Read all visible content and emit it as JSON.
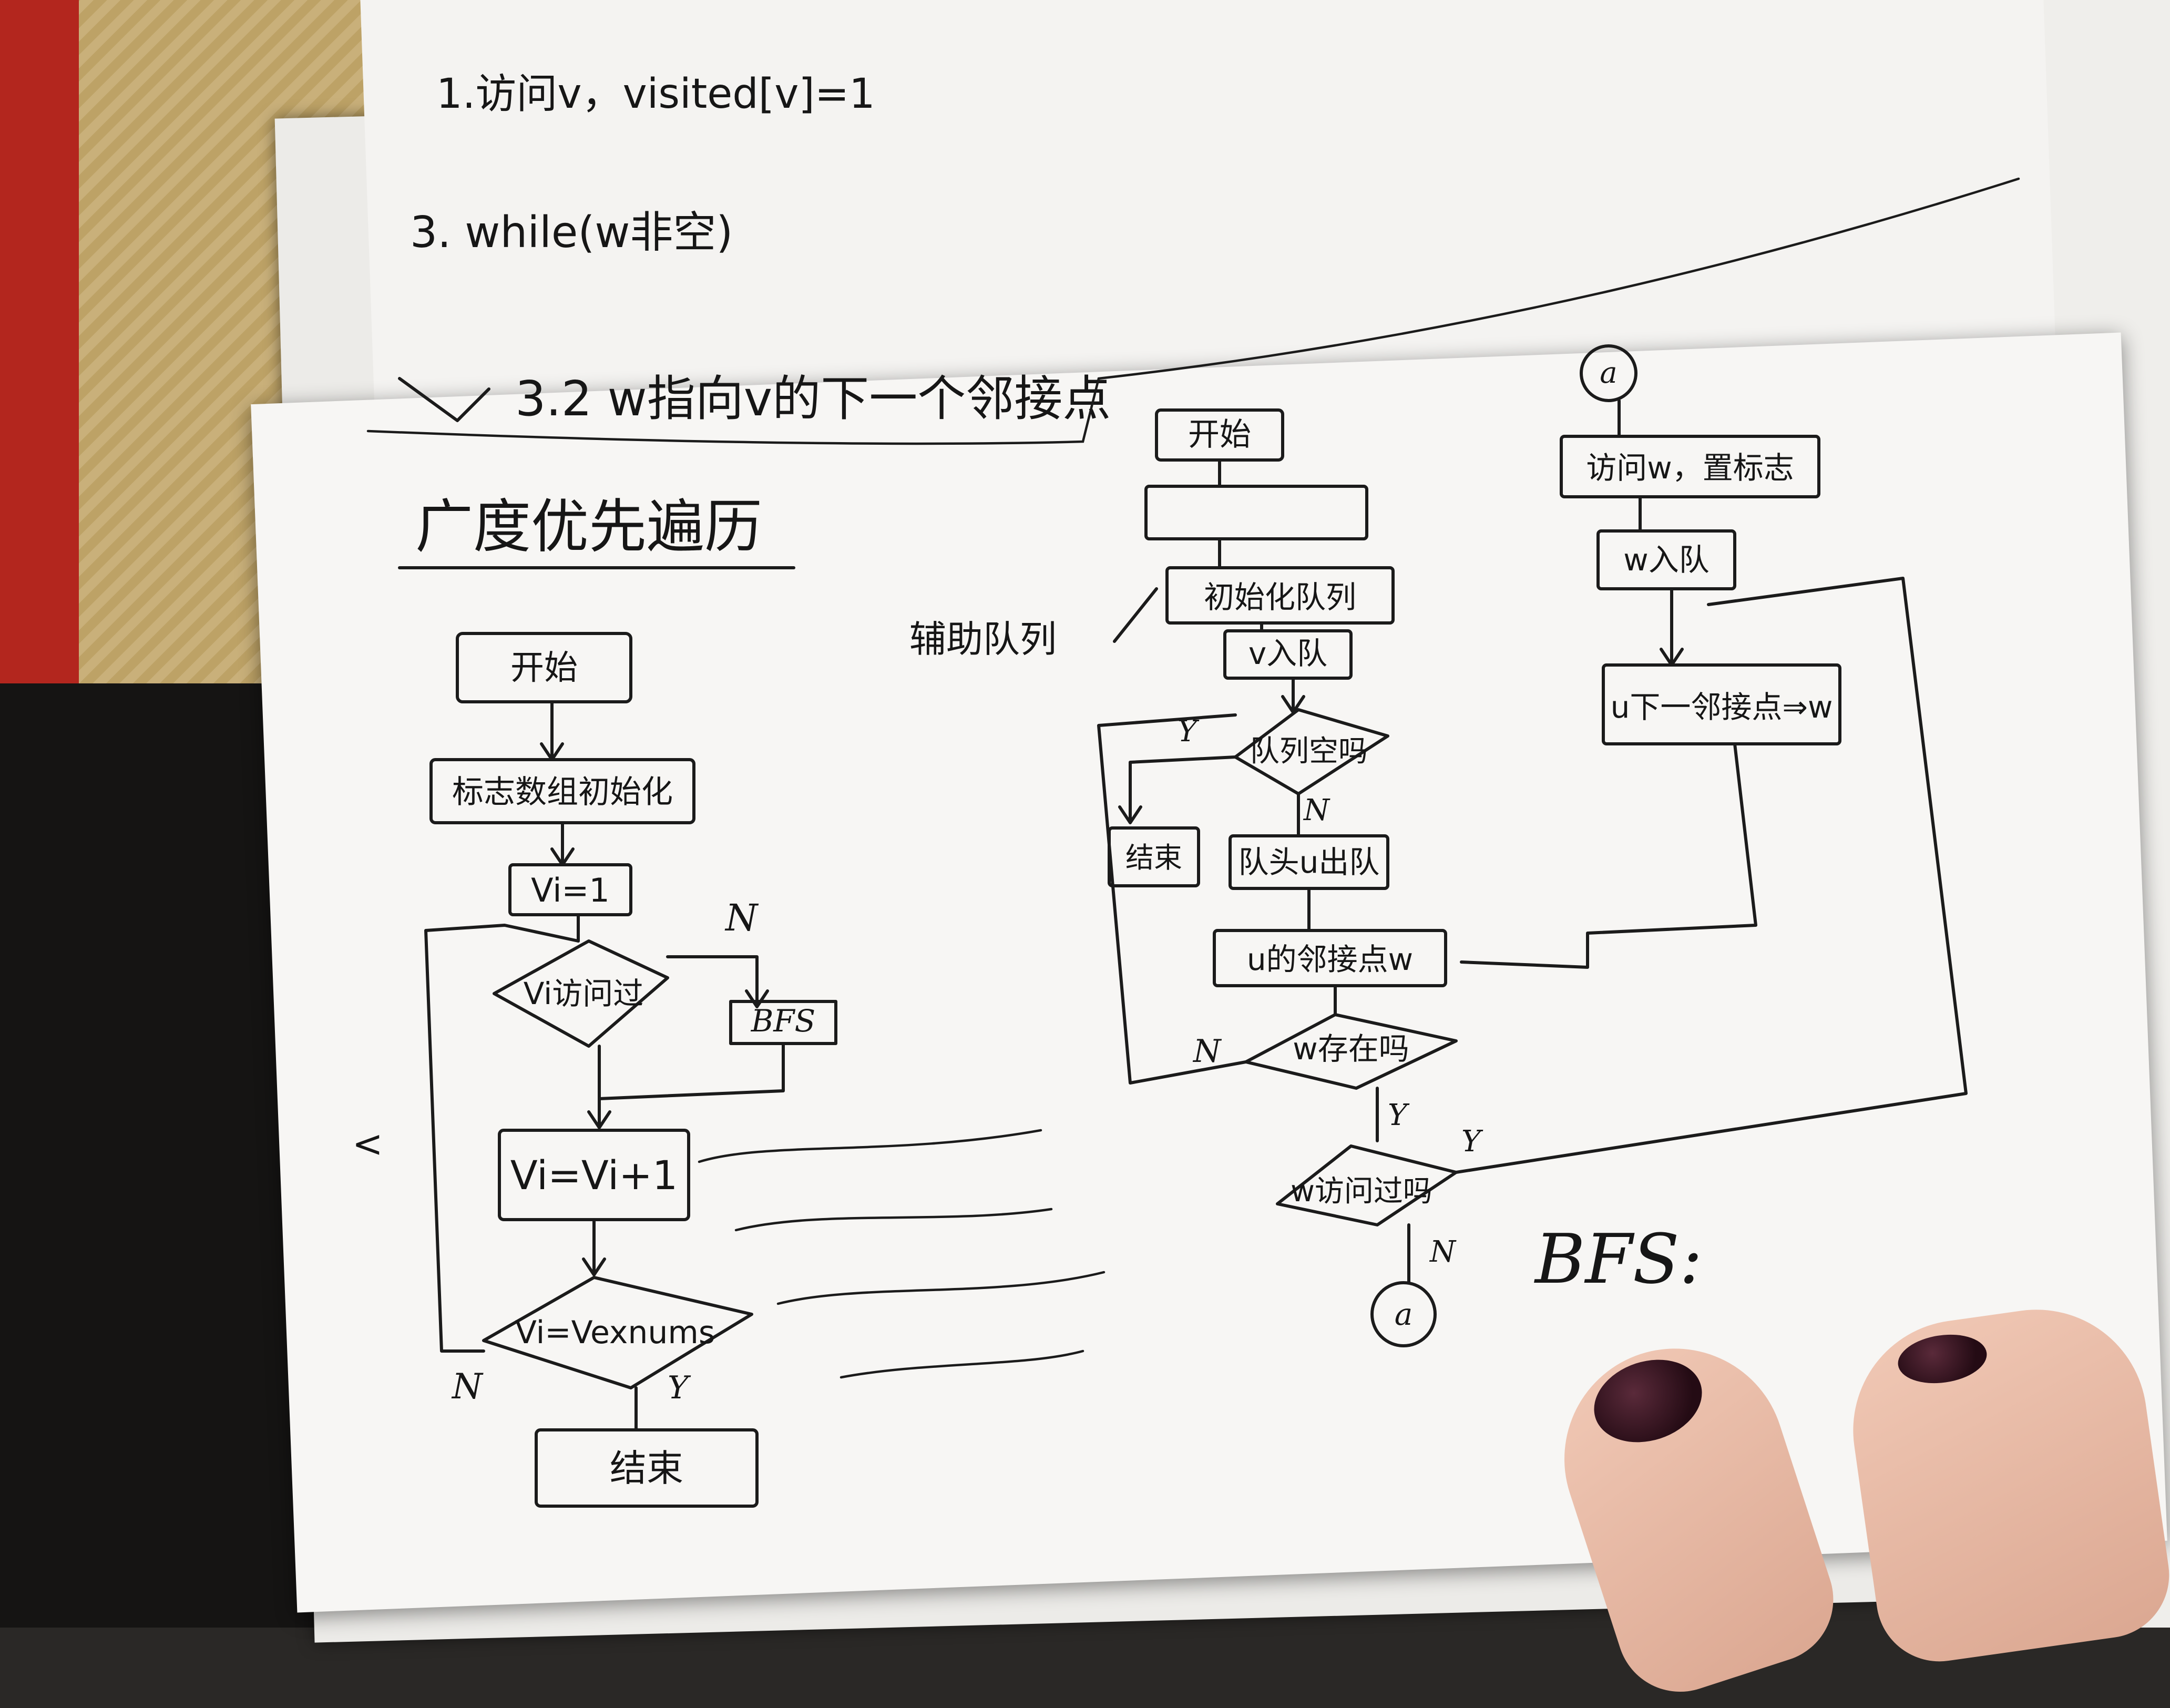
{
  "top_notes": {
    "step1": "1.访问v，visited[v]=1",
    "step3": "3. while(w非空)",
    "step32": "3.2 w指向v的下一个邻接点"
  },
  "section_title": "广度优先遍历",
  "left_flowchart": {
    "start": "开始",
    "init_flags": "标志数组初始化",
    "vi_init": "Vi=1",
    "visited_check": "Vi访问过",
    "bfs_call": "BFS",
    "increment": "Vi=Vi+1",
    "loop_check": "Vi=Vexnums",
    "end": "结束",
    "label_n1": "N",
    "label_n2": "N",
    "label_y": "Y"
  },
  "right_flowchart": {
    "aux_queue_note": "辅助队列",
    "start": "开始",
    "init_queue": "初始化队列",
    "enqueue_v": "v入队",
    "queue_empty": "队列空吗",
    "end": "结束",
    "dequeue": "队头u出队",
    "adj_w": "u的邻接点w",
    "w_exists": "w存在吗",
    "w_visited": "w访问过吗",
    "connector_a": "a",
    "connector_a_bottom": "a",
    "visit_w": "访问w，置标志",
    "enqueue_w": "w入队",
    "next_adj": "u下一邻接点⇒w",
    "label_y1": "Y",
    "label_n1": "N",
    "label_n2": "N",
    "label_y2": "Y",
    "label_y3": "Y",
    "label_n3": "N",
    "bfs_caption": "BFS:"
  }
}
